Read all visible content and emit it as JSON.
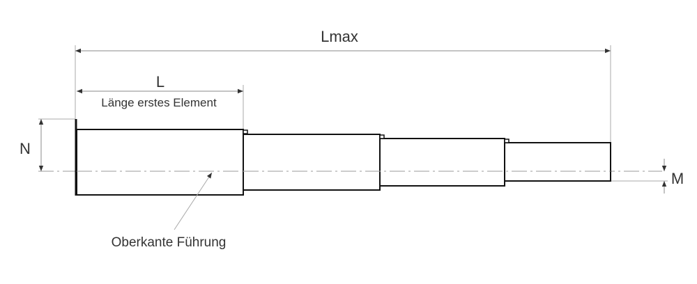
{
  "labels": {
    "lmax": "Lmax",
    "l": "L",
    "l_caption": "Länge erstes Element",
    "n": "N",
    "m": "M",
    "leader": "Oberkante Führung"
  },
  "colors": {
    "outline": "#111111",
    "dimension": "#999999",
    "arrow": "#333333"
  }
}
